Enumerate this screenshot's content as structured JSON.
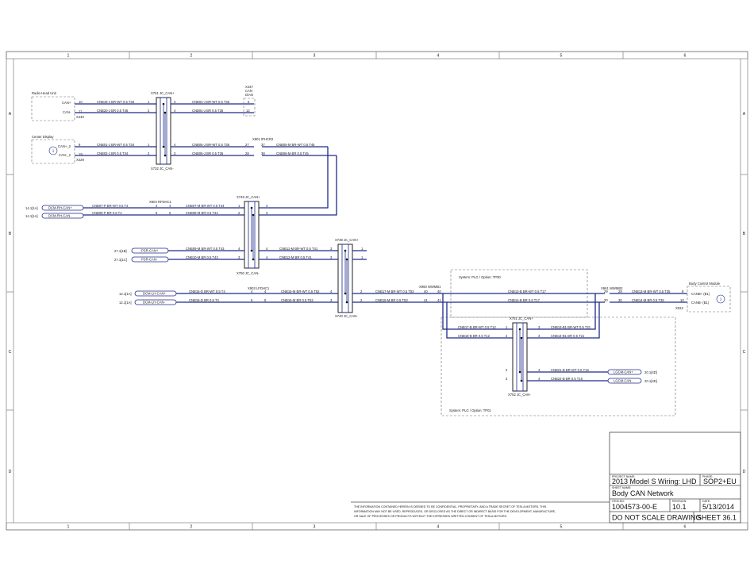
{
  "border": {
    "columns": [
      "1",
      "2",
      "3",
      "4",
      "5",
      "6"
    ],
    "rows": [
      "A",
      "B",
      "C",
      "D"
    ]
  },
  "title_block": {
    "project_name_label": "PROJECT NAME:",
    "project_name": "2013 Model S Wiring: LHD",
    "phase_label": "PHASE:",
    "phase": "SOP2+EU",
    "sheet_name_label": "SHEET NAME:",
    "sheet_name": "Body CAN Network",
    "item_label": "ITEM NO:",
    "item": "1004573-00-E",
    "revision_label": "REVISION:",
    "revision": "10.1",
    "date_label": "DATE:",
    "date": "5/13/2014",
    "do_not_scale": "DO NOT SCALE DRAWING",
    "sheet": "SHEET 36.1"
  },
  "confidential": [
    "THE INFORMATION CONTAINED HEREIN IS DEEMED TO BE CONFIDENTIAL, PROPRIETARY, AND A TRADE SECRET OF TESLA MOTORS.  THIS",
    "INFORMATION MAY NOT BE USED, REPRODUCED, OR DISCLOSED AS THE DIRECT OR INDIRECT BASIS FOR THE DEVELOPMENT, MANUFACTURE,",
    "OR SALE OF PROCESSES OR PRODUCTS WITHOUT THE EXPRESSED WRITTEN CONSENT OF TESLA MOTORS."
  ],
  "modules": {
    "radio": {
      "name": "Radio Head Unit",
      "pin_hi": "CAN+",
      "pin_lo": "CAN-",
      "conn": "X440",
      "n_hi": "10",
      "n_lo": "11"
    },
    "display": {
      "name": "Center Display",
      "pin_hi": "CAN+_2",
      "pin_lo": "CAN-_2",
      "conn": "X429",
      "n_hi": "9",
      "n_lo": "19"
    },
    "bcm": {
      "name": "Body Control Module",
      "pin_hi": "CANB+ (B1)",
      "pin_lo": "CANB- (B1)",
      "conn": "X022",
      "n_hi": "9",
      "n_lo": "10"
    }
  },
  "splices": {
    "x751": {
      "top": "X751  JC_CAN+",
      "bottom": "X732  JC_CAN-"
    },
    "x749": {
      "top": "X749  JC_CAN+",
      "bottom": "X750  JC_CAN-"
    },
    "x739": {
      "top": "X739  JC_CAN+",
      "bottom": "X740  JC_CAN-"
    },
    "x751b": {
      "top": "X751  JC_CAN+",
      "bottom": "X752  JC_CAN-"
    }
  },
  "inline_connectors": {
    "x437": [
      "X437",
      "CAN",
      "DIAG"
    ],
    "x901": "X901 IPHCR2",
    "x904": "X904 RFDHC1",
    "x903": "X903 LFDHC1",
    "x960": "X960 WWMB1",
    "x961": "X961 WWMB2"
  },
  "wires": {
    "w1": "CNB19-J BR-WT 0.5 T46",
    "w2": "CNB20-J BR 0.5 T46",
    "w3": "CNB03-J BR-WT 0.5 T35",
    "w4": "CNB04-J BR 0.5 T35",
    "w5": "CNB01-J BR-WT 0.5 T34",
    "w6": "CNB02-J BR 0.5 T34",
    "w7": "CNB05-J BR-WT 0.5 T36",
    "w8": "CNB06-J BR 0.5 T36",
    "w9": "CNB05-M BR-WT 0.5 T45",
    "w10": "CNB06-M BR 0.5 T45",
    "w11": "CNB07-P BR-WT 0.5 T4",
    "w12": "CNB08-P BR 0.5 T4",
    "w13": "CNB07-M BR-WT 0.5 T44",
    "w14": "CNB08-M BR 0.5 T44",
    "w15": "CNB09-M BR-WT 0.5 T43",
    "w16": "CNB10-M BR 0.5 T43",
    "w17": "CNB11-M BR-WT 0.5 T41",
    "w18": "CNB12-M BR 0.5 T41",
    "w19": "CNB15-D BR-WT 0.5 T4",
    "w20": "CNB16-D BR 0.5 T4",
    "w21": "CNB15-M BR-WT 0.5 T52",
    "w22": "CNB16-M BR 0.5 T52",
    "w23": "CNB17-M BR-WT 0.5 T53",
    "w24": "CNB18-M BR 0.5 T53",
    "w25": "CNB13-B BR-WT 0.5 T17",
    "w26": "CNB14-B BR 0.5 T17",
    "w27": "CNB13-M BR-WT 0.5 T35",
    "w28": "CNB14-M BR 0.5 T35",
    "w29": "CNB17-B BR-WT 0.5 T12",
    "w30": "CNB18-B BR 0.5 T12",
    "w31": "CNB13-B1 BR-WT 0.5 T21",
    "w32": "CNB14-B1 BR 0.5 T21",
    "w33": "CNB21-B BR-WT 0.5 T16",
    "w34": "CNB22-B BR 0.5 T16"
  },
  "offpage": {
    "dcm_rh_hi": "DCM-RH-CAN+",
    "dcm_rh_hi_ref": "14.1[1A]",
    "dcm_rh_lo": "DCM-RH-CAN-",
    "dcm_rh_lo_ref": "14.1[1A]",
    "psr_hi": "PSR-CAN+",
    "psr_hi_ref": "27.1[1B]",
    "psr_lo": "PSR-CAN-",
    "psr_lo_ref": "27.1[1C]",
    "dcm_lh_hi": "DCM-LH-CAN+",
    "dcm_lh_hi_ref": "12.1[1A]",
    "dcm_lh_lo": "DCM-LH-CAN-",
    "dcm_lh_lo_ref": "12.1[1A]",
    "lgcm_hi": "LGCM-CAN+",
    "lgcm_hi_ref": "20.1[4D]",
    "lgcm_lo": "LGCM-CAN-",
    "lgcm_lo_ref": "20.1[4D]"
  },
  "system_labels": {
    "tp00": "System: PLG / Option: TP00",
    "tp01": "System: PLG / Option: TP01"
  },
  "pins": {
    "p1": "1",
    "p2": "2",
    "p3": "3",
    "p4": "4",
    "p5": "5",
    "p12": "12",
    "p27": "27",
    "p28": "28",
    "p37": "37",
    "p38": "38",
    "p40": "40",
    "p41": "41",
    "p29": "29",
    "p30": "30"
  }
}
